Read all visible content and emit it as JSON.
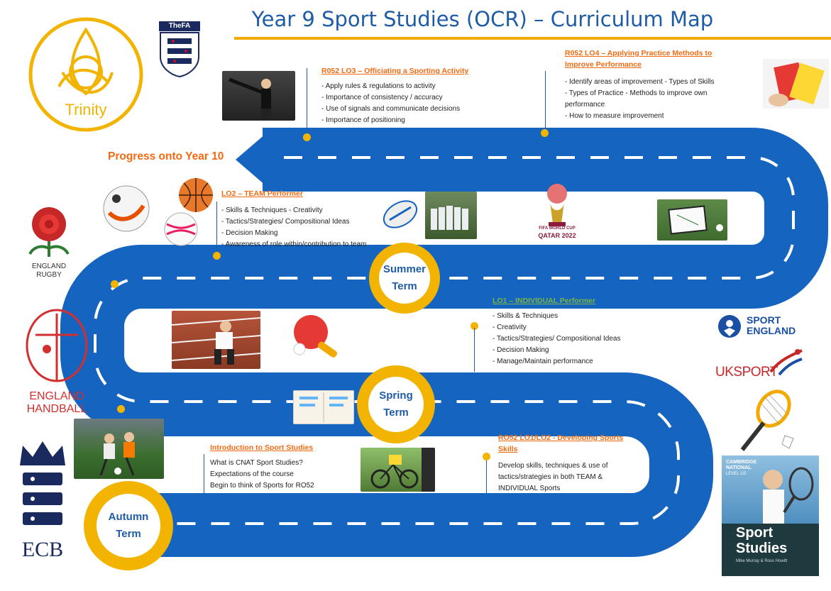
{
  "title": "Year 9 Sport Studies (OCR) – Curriculum Map",
  "progress_label": "Progress onto Year 10",
  "terms": {
    "summer": [
      "Summer",
      "Term"
    ],
    "spring": [
      "Spring",
      "Term"
    ],
    "autumn": [
      "Autumn",
      "Term"
    ]
  },
  "units": {
    "officiating": {
      "heading": "R052 LO3 – Officiating a Sporting Activity",
      "items": [
        "Apply rules & regulations to activity",
        "Importance of consistency / accuracy",
        "Use of signals and communicate decisions",
        "Importance of positioning"
      ]
    },
    "practice": {
      "heading_lines": [
        "R052 LO4 – Applying Practice Methods to",
        "Improve Performance"
      ],
      "lines": [
        "- Identify areas of improvement    - Types of Skills",
        "- Types of Practice   - Methods to improve own",
        "performance",
        "- How to measure improvement"
      ]
    },
    "team": {
      "heading": "LO2 – TEAM Performer",
      "lines": [
        "- Skills & Techniques          - Creativity",
        "- Tactics/Strategies/ Compositional Ideas",
        "- Decision Making",
        "- Awareness of role within/contribution to team"
      ]
    },
    "individual": {
      "heading": "LO1 – INDIVIDUAL Performer",
      "items": [
        "Skills & Techniques",
        "Creativity",
        "Tactics/Strategies/ Compositional Ideas",
        "Decision Making",
        "Manage/Maintain performance"
      ]
    },
    "intro": {
      "heading": "Introduction to Sport Studies",
      "lines": [
        "What is CNAT Sport Studies?",
        "Expectations of the course",
        "Begin to think of Sports for RO52"
      ]
    },
    "developing": {
      "heading_lines": [
        "RO52 LO1/LO2 - Developing Sports",
        "Skills"
      ],
      "lines": [
        "Develop skills, techniques & use of",
        "tactics/strategies in both TEAM &",
        "INDIVIDUAL Sports"
      ]
    }
  },
  "logos": {
    "trinity": "Trinity",
    "fa": "TheFA",
    "england_rugby": [
      "ENGLAND",
      "RUGBY"
    ],
    "england_handball": [
      "ENGLAND",
      "HANDBALL"
    ],
    "ecb": "ECB",
    "sport_england": [
      "SPORT",
      "ENGLAND"
    ],
    "uk_sport": "UKSPORT",
    "qatar": [
      "FIFA WORLD CUP",
      "QATAR 2022"
    ],
    "book": {
      "publisher": [
        "CAMBRIDGE",
        "NATIONAL",
        "LEVEL 1/2"
      ],
      "title": [
        "Sport",
        "Studies"
      ],
      "authors": "Mike Murray & Ross Howitt"
    }
  },
  "colors": {
    "road": "#1565c0",
    "accent": "#f2b400",
    "heading": "#f26b12",
    "title": "#1f5ca8"
  }
}
